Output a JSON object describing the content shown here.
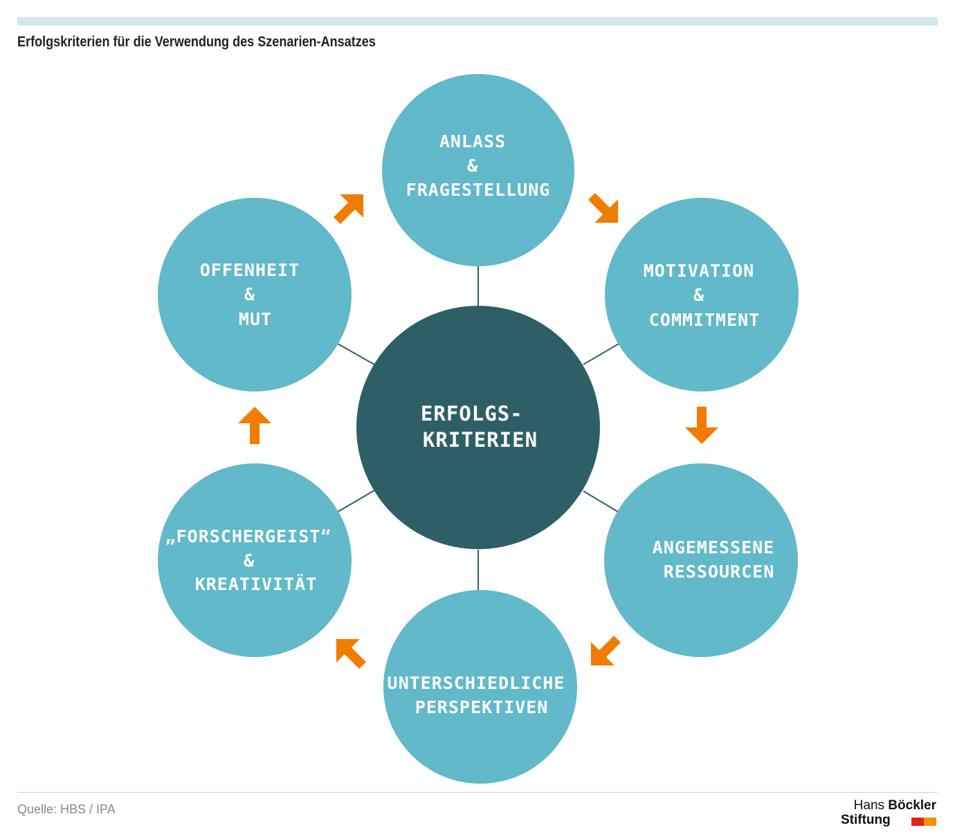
{
  "title": "Erfolgskriterien für die Verwendung des Szenarien-Ansatzes",
  "center": {
    "lines": [
      "ERFOLGS-",
      "KRITERIEN"
    ]
  },
  "nodes": [
    {
      "id": "anlass",
      "lines": [
        "ANLASS",
        "&",
        "FRAGESTELLUNG"
      ]
    },
    {
      "id": "motivation",
      "lines": [
        "MOTIVATION",
        "&",
        "COMMITMENT"
      ]
    },
    {
      "id": "ressourcen",
      "lines": [
        "ANGEMESSENE",
        "RESSOURCEN"
      ]
    },
    {
      "id": "perspektiven",
      "lines": [
        "UNTERSCHIEDLICHE",
        "PERSPEKTIVEN"
      ]
    },
    {
      "id": "forschergeist",
      "lines": [
        "„FORSCHERGEIST“",
        "&",
        "KREATIVITÄT"
      ]
    },
    {
      "id": "offenheit",
      "lines": [
        "OFFENHEIT",
        "&",
        "MUT"
      ]
    }
  ],
  "flow": "clockwise",
  "source": "Quelle: HBS / IPA",
  "logo": {
    "line1_light": "Hans",
    "line1_bold": "Böckler",
    "line2": "Stiftung"
  },
  "colors": {
    "outer_circle": "#61b9c9",
    "center_circle": "#2e5f66",
    "connector": "#2e5f66",
    "arrow": "#f07d00",
    "top_bar": "#cfe7ef"
  }
}
